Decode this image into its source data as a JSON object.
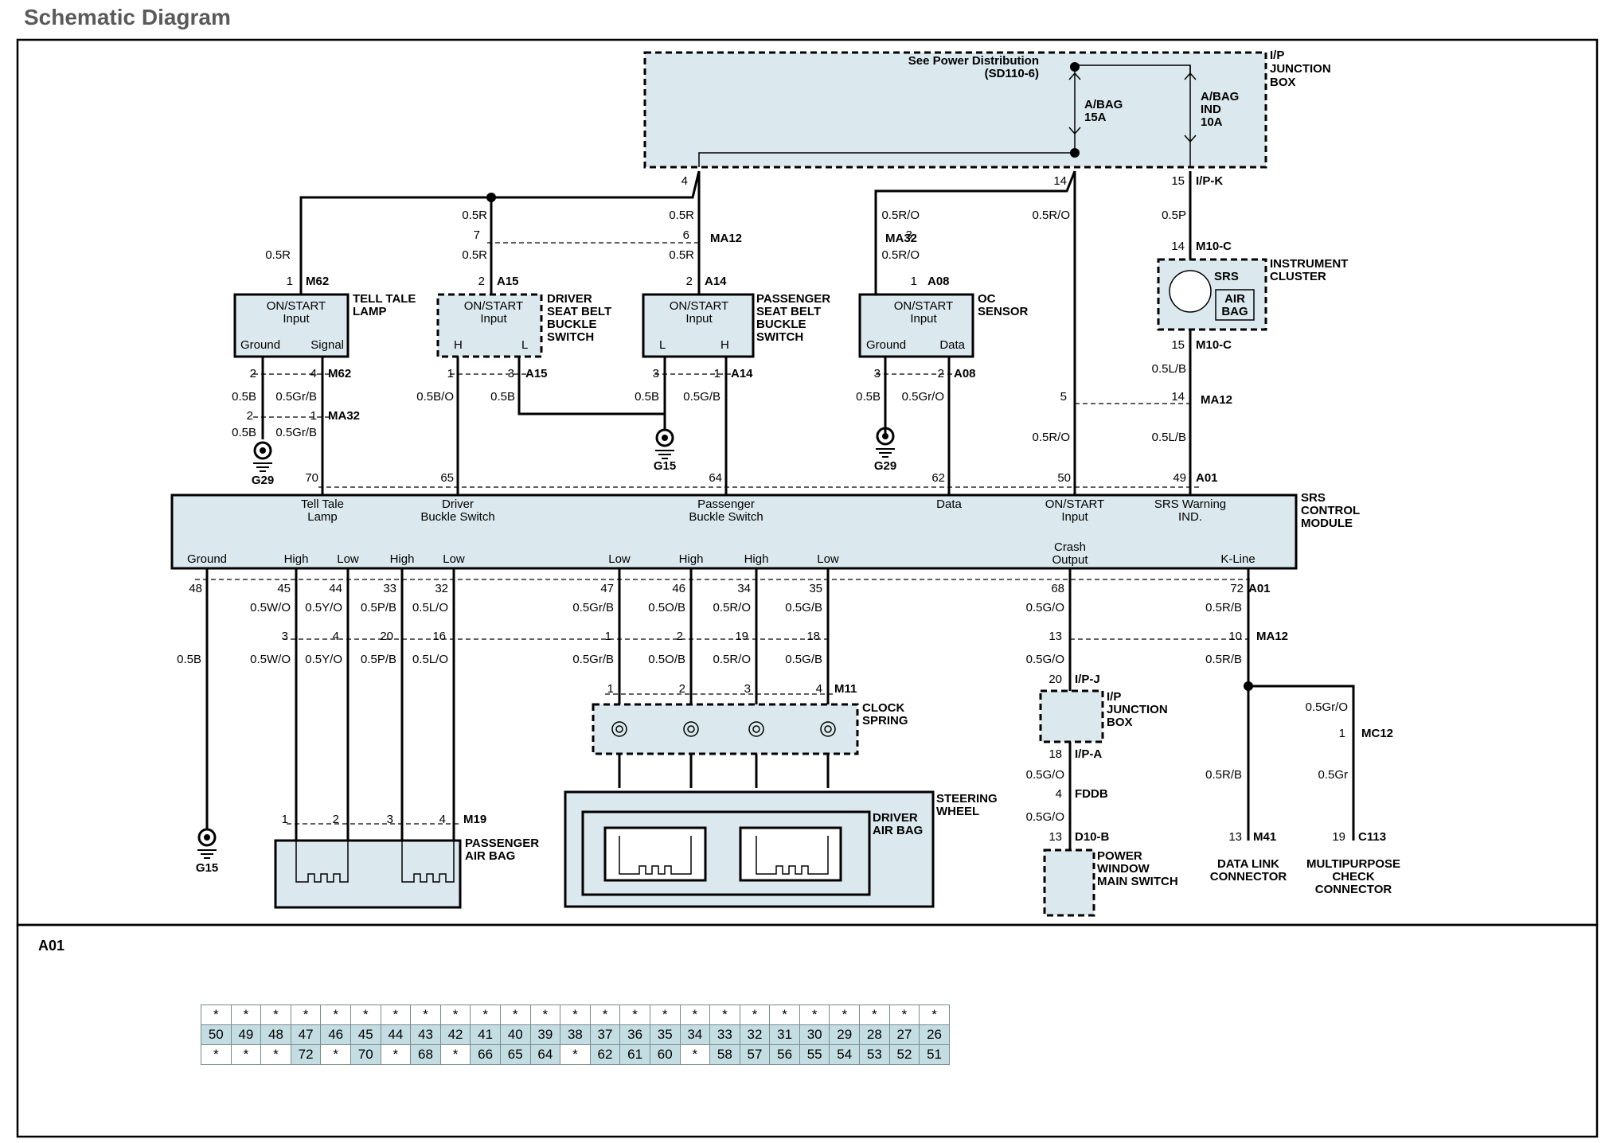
{
  "page": {
    "title": "Schematic Diagram"
  },
  "diagram": {
    "power": {
      "note": "See Power Distribution",
      "ref": "(SD110-6)",
      "fuse1": [
        "A/BAG",
        "15A"
      ],
      "fuse2": [
        "A/BAG",
        "IND",
        "10A"
      ],
      "junction_box": [
        "I/P",
        "JUNCTION",
        "BOX"
      ],
      "fuse_pin": "I/P-K"
    },
    "components": {
      "tell_tale": {
        "name": [
          "TELL TALE",
          "LAMP"
        ],
        "input": [
          "ON/START",
          "Input"
        ],
        "left": "Ground",
        "right": "Signal"
      },
      "driver_buckle": {
        "name": [
          "DRIVER",
          "SEAT BELT",
          "BUCKLE",
          "SWITCH"
        ],
        "input": [
          "ON/START",
          "Input"
        ],
        "left": "H",
        "right": "L"
      },
      "pass_buckle": {
        "name": [
          "PASSENGER",
          "SEAT BELT",
          "BUCKLE",
          "SWITCH"
        ],
        "input": [
          "ON/START",
          "Input"
        ],
        "left": "L",
        "right": "H"
      },
      "oc_sensor": {
        "name": [
          "OC",
          "SENSOR"
        ],
        "input": [
          "ON/START",
          "Input"
        ],
        "left": "Ground",
        "right": "Data"
      },
      "cluster": {
        "name": [
          "INSTRUMENT",
          "CLUSTER"
        ],
        "srs": "SRS",
        "air": "AIR",
        "bag": "BAG"
      },
      "srs_module": {
        "name": [
          "SRS",
          "CONTROL",
          "MODULE"
        ]
      },
      "clock_spring": {
        "name": [
          "CLOCK",
          "SPRING"
        ]
      },
      "steering": {
        "name": [
          "STEERING",
          "WHEEL"
        ]
      },
      "driver_airbag": {
        "name": [
          "DRIVER",
          "AIR BAG"
        ]
      },
      "pass_airbag": {
        "name": [
          "PASSENGER",
          "AIR BAG"
        ]
      },
      "ip_jb2": {
        "name": [
          "I/P",
          "JUNCTION",
          "BOX"
        ]
      },
      "pwr_window": {
        "name": [
          "POWER",
          "WINDOW",
          "MAIN SWITCH"
        ]
      },
      "dlc": {
        "name": [
          "DATA LINK",
          "CONNECTOR"
        ]
      },
      "mpc": {
        "name": [
          "MULTIPURPOSE",
          "CHECK",
          "CONNECTOR"
        ]
      }
    },
    "module_top_terms": [
      [
        "Tell Tale",
        "Lamp"
      ],
      [
        "Driver",
        "Buckle Switch"
      ],
      [
        "Passenger",
        "Buckle Switch"
      ],
      [
        "Data"
      ],
      [
        "ON/START",
        "Input"
      ],
      [
        "SRS Warning",
        "IND."
      ]
    ],
    "module_bottom_terms": [
      "Ground",
      "High",
      "Low",
      "High",
      "Low",
      "Low",
      "High",
      "High",
      "Low",
      "Crash",
      "Output",
      "K-Line"
    ],
    "pins_top": {
      "p70": "70",
      "p65": "65",
      "p64": "64",
      "p62": "62",
      "p50": "50",
      "p49": "49",
      "a01": "A01"
    },
    "pins_bottom": [
      "48",
      "45",
      "44",
      "33",
      "32",
      "47",
      "46",
      "34",
      "35",
      "68",
      "72"
    ],
    "connectors": {
      "M62": "M62",
      "A15": "A15",
      "A14": "A14",
      "A08": "A08",
      "MA12": "MA12",
      "MA32": "MA32",
      "M10C": "M10-C",
      "M11": "M11",
      "M19": "M19",
      "IPJ": "I/P-J",
      "IPA": "I/P-A",
      "FDDB": "FDDB",
      "D10B": "D10-B",
      "M41": "M41",
      "MC12": "MC12",
      "C113": "C113",
      "G29": "G29",
      "G15": "G15"
    },
    "wires": {
      "r": "0.5R",
      "ro": "0.5R/O",
      "p": "0.5P",
      "lb": "0.5L/B",
      "b": "0.5B",
      "grb": "0.5Gr/B",
      "bo": "0.5B/O",
      "gb": "0.5G/B",
      "gro": "0.5Gr/O",
      "wo": "0.5W/O",
      "yo": "0.5Y/O",
      "pb": "0.5P/B",
      "lo": "0.5L/O",
      "oob": "0.5O/B",
      "go": "0.5G/O",
      "rb": "0.5R/B",
      "gr": "0.5Gr"
    }
  },
  "connector_table": {
    "title": "A01",
    "rows": [
      [
        "*",
        "*",
        "*",
        "*",
        "*",
        "*",
        "*",
        "*",
        "*",
        "*",
        "*",
        "*",
        "*",
        "*",
        "*",
        "*",
        "*",
        "*",
        "*",
        "*",
        "*",
        "*",
        "*",
        "*",
        "*"
      ],
      [
        "50",
        "49",
        "48",
        "47",
        "46",
        "45",
        "44",
        "43",
        "42",
        "41",
        "40",
        "39",
        "38",
        "37",
        "36",
        "35",
        "34",
        "33",
        "32",
        "31",
        "30",
        "29",
        "28",
        "27",
        "26"
      ],
      [
        "*",
        "*",
        "*",
        "72",
        "*",
        "70",
        "*",
        "68",
        "*",
        "66",
        "65",
        "64",
        "*",
        "62",
        "61",
        "60",
        "*",
        "58",
        "57",
        "56",
        "55",
        "54",
        "53",
        "52",
        "51"
      ]
    ]
  }
}
